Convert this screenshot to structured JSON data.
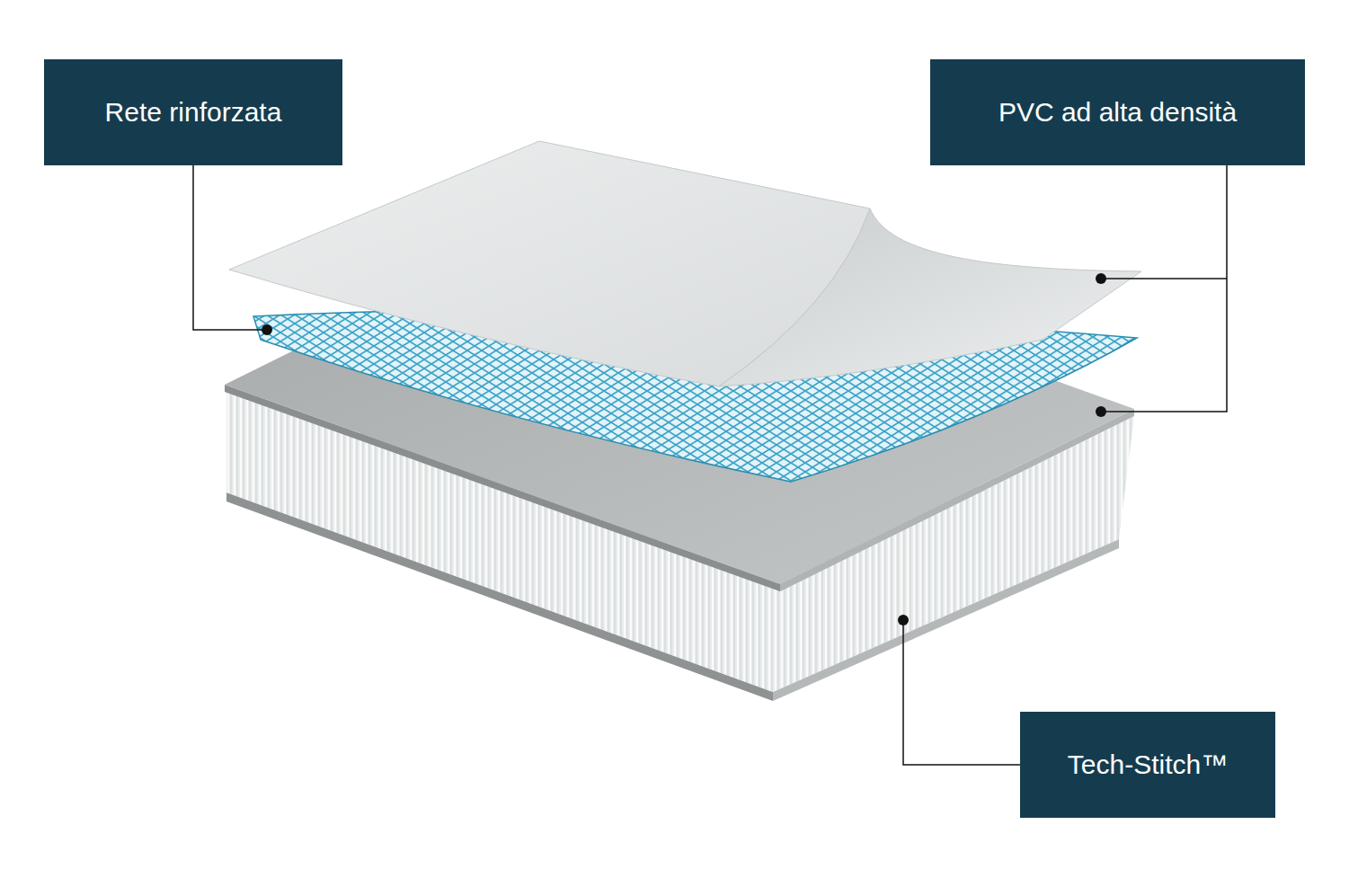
{
  "diagram": {
    "nodes": [
      {
        "text": [
          "Rete rinforzata"
        ]
      },
      {
        "text": [
          "PVC ad alta densità"
        ]
      },
      {
        "text": [
          "Tech-Stitch™"
        ]
      }
    ]
  }
}
